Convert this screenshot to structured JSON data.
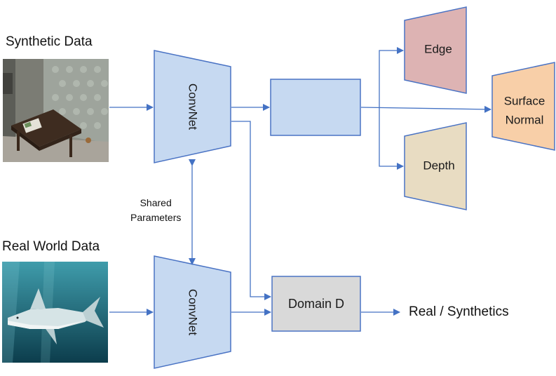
{
  "inputs": {
    "synthetic_label": "Synthetic Data",
    "real_label": "Real World Data"
  },
  "shared": {
    "line1": "Shared",
    "line2": "Parameters"
  },
  "nodes": {
    "convnet_top": "ConvNet",
    "convnet_bottom": "ConvNet",
    "edge": "Edge",
    "depth": "Depth",
    "surface_line1": "Surface",
    "surface_line2": "Normal",
    "domain": "Domain D"
  },
  "output_label": "Real / Synthetics",
  "colors": {
    "convnet_fill": "#c6d9f1",
    "border": "#4a73c4",
    "arrow": "#4472c4",
    "edge_fill": "#ddb3b3",
    "depth_fill": "#e8dcc2",
    "surface_fill": "#f8cfa8",
    "domain_fill": "#d9d9d9"
  }
}
